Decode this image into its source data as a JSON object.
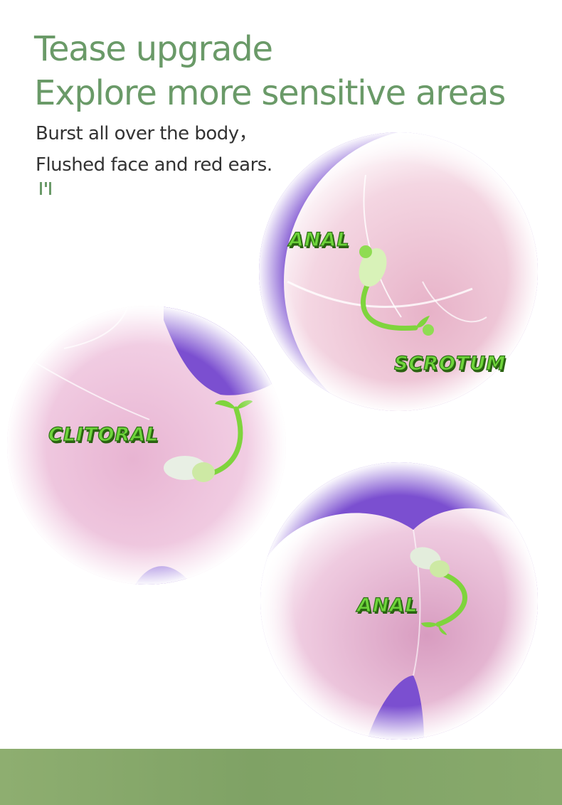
{
  "headline": {
    "line1": "Tease upgrade",
    "line2": "Explore more sensitive areas"
  },
  "subtitle": {
    "line1": "Burst all over the body，",
    "line2": "Flushed face and red ears."
  },
  "colors": {
    "accent_green": "#6a9a68",
    "label_green": "#6fd43b",
    "purple": "#7b4fd0",
    "skin_pink": "#eec6dc",
    "footer_green": "#86a86a"
  },
  "bubbles": [
    {
      "name": "top-right",
      "labels": [
        "ANAL",
        "SCROTUM"
      ]
    },
    {
      "name": "middle-left",
      "labels": [
        "CLITORAL"
      ]
    },
    {
      "name": "bottom-right",
      "labels": [
        "ANAL"
      ]
    }
  ]
}
